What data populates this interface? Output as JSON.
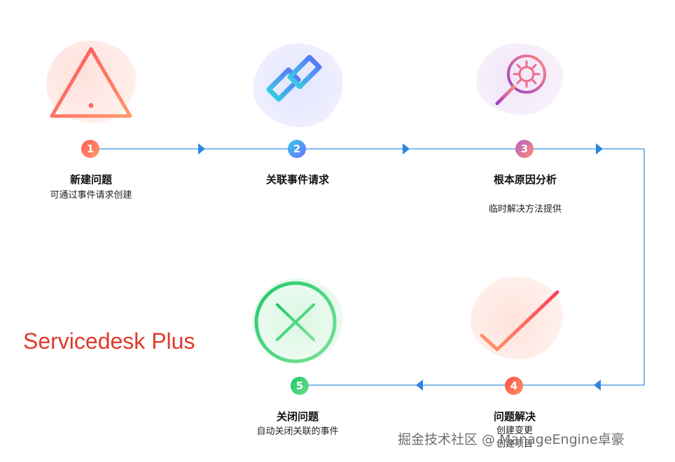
{
  "steps": [
    {
      "number": "1",
      "title": "新建问题",
      "subtitle": "可通过事件请求创建",
      "icon": "warning-icon"
    },
    {
      "number": "2",
      "title": "关联事件请求",
      "subtitle": "",
      "icon": "link-icon"
    },
    {
      "number": "3",
      "title": "根本原因分析",
      "subtitle": "临时解决方法提供",
      "icon": "magnifier-gear-icon"
    },
    {
      "number": "4",
      "title": "问题解决",
      "subtitle": "创建变更",
      "subtitle2": "创建项目",
      "icon": "checkmark-icon"
    },
    {
      "number": "5",
      "title": "关闭问题",
      "subtitle": "自动关闭关联的事件",
      "icon": "close-circle-icon"
    }
  ],
  "brand": "Servicedesk Plus",
  "watermark": "掘金技术社区 @ ManageEngine卓豪",
  "colors": {
    "flow_line": "#3b8fe0",
    "brand": "#e03a2a"
  }
}
